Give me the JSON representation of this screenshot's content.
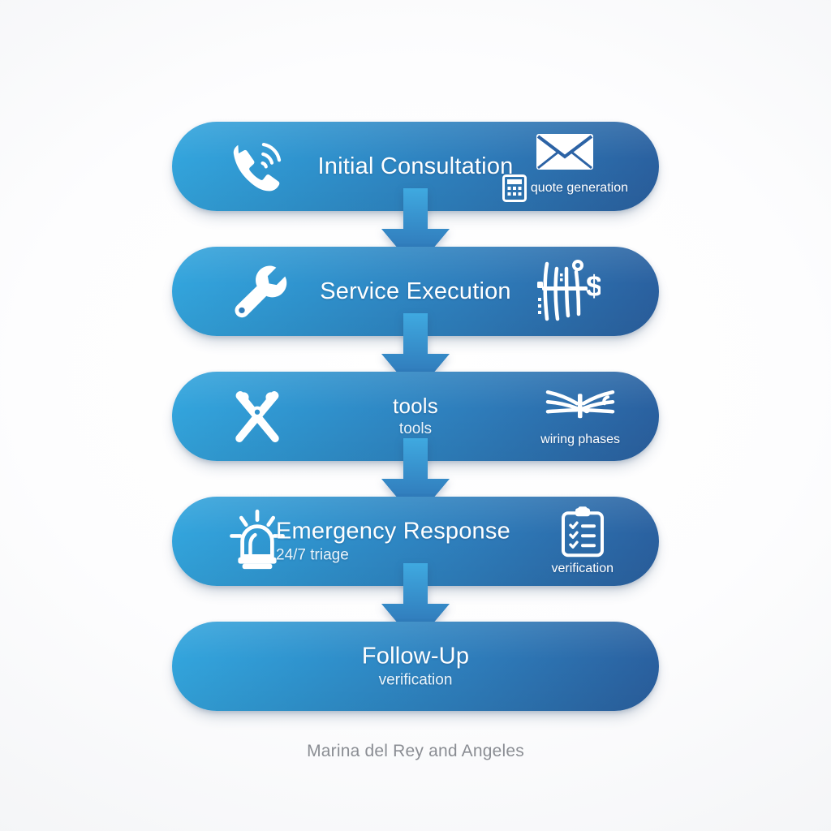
{
  "caption": "Marina del Rey and Angeles",
  "theme": {
    "gradient_start": "#33a5dd",
    "gradient_end": "#2a5f9e",
    "arrow_start": "#3fa9e0",
    "arrow_end": "#2b6bae",
    "title_color": "#ffffff",
    "subtitle_color": "#eaf4fb",
    "caption_color": "#8a8d93",
    "background": "#ffffff"
  },
  "steps": [
    {
      "title": "Initial Consultation",
      "subtitle": "",
      "left_icon": "ringing-phone-icon",
      "right_icons": [
        {
          "icon": "envelope-icon",
          "label": ""
        },
        {
          "icon": "calculator-icon",
          "label": "quote generation"
        }
      ]
    },
    {
      "title": "Service Execution",
      "subtitle": "",
      "left_icon": "wrench-icon",
      "right_icons": [
        {
          "icon": "wiring-dollar-icon",
          "label": ""
        }
      ]
    },
    {
      "title": "tools",
      "subtitle": "tools",
      "left_icon": "crossed-pliers-icon",
      "right_icons": [
        {
          "icon": "wiring-phases-icon",
          "label": "wiring phases"
        }
      ]
    },
    {
      "title": "Emergency Response",
      "subtitle": "24/7 triage",
      "left_icon": "siren-beacon-icon",
      "right_icons": [
        {
          "icon": "clipboard-checklist-icon",
          "label": "verification"
        }
      ]
    },
    {
      "title": "Follow-Up",
      "subtitle": "verification",
      "left_icon": "",
      "right_icons": []
    }
  ],
  "connectors": [
    {
      "name": "arrow-1",
      "direction": "down"
    },
    {
      "name": "arrow-2",
      "direction": "down"
    },
    {
      "name": "arrow-3",
      "direction": "down"
    },
    {
      "name": "arrow-4",
      "direction": "down"
    }
  ]
}
